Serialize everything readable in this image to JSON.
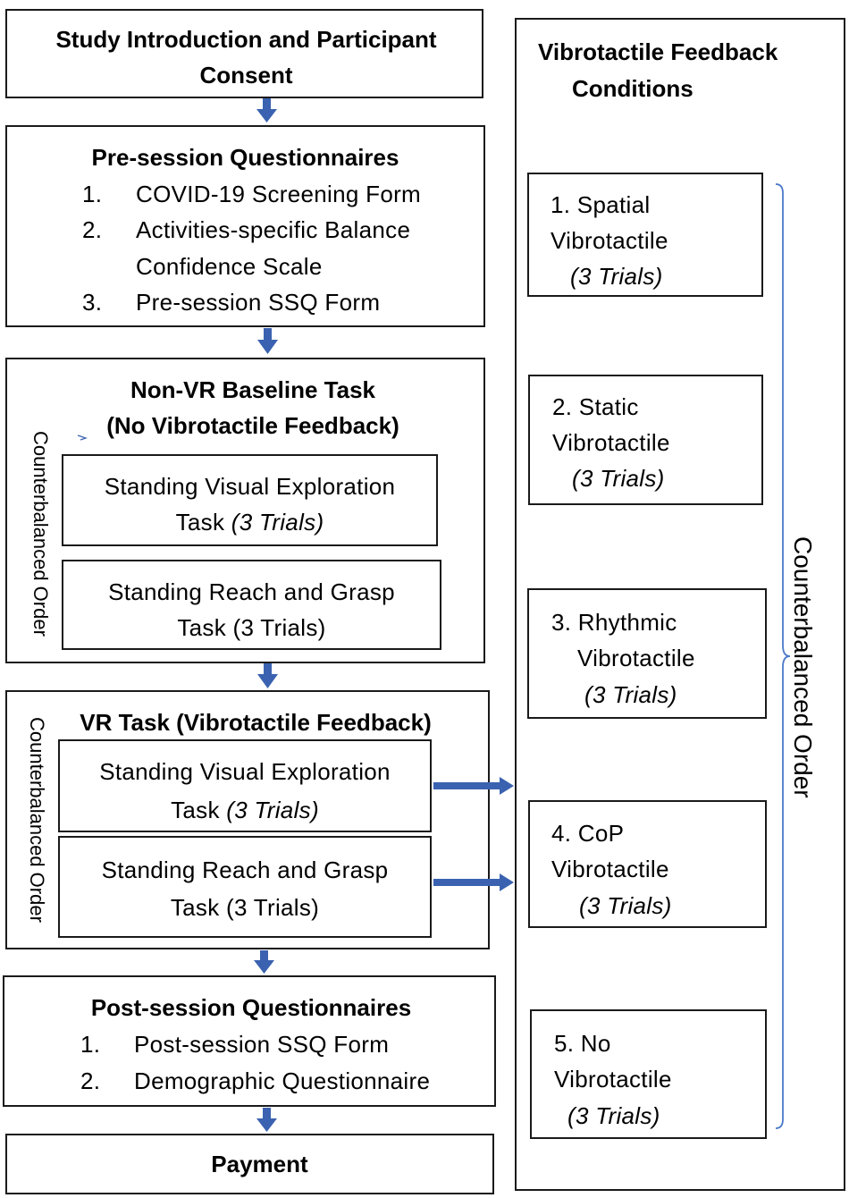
{
  "flow": {
    "intro": {
      "title": "Study Introduction and Participant Consent"
    },
    "pre": {
      "title": "Pre-session Questionnaires",
      "items": [
        {
          "num": "1.",
          "text": "COVID-19 Screening Form"
        },
        {
          "num": "2.",
          "text": "Activities-specific Balance",
          "text2": "Confidence Scale"
        },
        {
          "num": "3.",
          "text": "Pre-session SSQ Form"
        }
      ]
    },
    "nonvr": {
      "title": "Non-VR Baseline Task",
      "subtitle": "(No  Vibrotactile Feedback)",
      "order_label": "Counterbalanced Order",
      "task1": {
        "line1": "Standing Visual Exploration",
        "line2_a": "Task ",
        "line2_b": "(3 Trials)"
      },
      "task2": {
        "line1": "Standing Reach and Grasp",
        "line2": "Task (3 Trials)"
      }
    },
    "vr": {
      "title": "VR Task (Vibrotactile Feedback)",
      "order_label": "Counterbalanced Order",
      "task1": {
        "line1": "Standing Visual Exploration",
        "line2_a": "Task ",
        "line2_b": "(3 Trials)"
      },
      "task2": {
        "line1": "Standing Reach and Grasp",
        "line2": "Task (3 Trials)"
      }
    },
    "post": {
      "title": "Post-session Questionnaires",
      "items": [
        {
          "num": "1.",
          "text": "Post-session SSQ Form"
        },
        {
          "num": "2.",
          "text": "Demographic Questionnaire"
        }
      ]
    },
    "payment": {
      "title": "Payment"
    }
  },
  "conditions": {
    "title_line1": "Vibrotactile Feedback",
    "title_line2": "Conditions",
    "order_label": "Counterbalanced Order",
    "items": [
      {
        "line1": "1. Spatial",
        "line2": "Vibrotactile",
        "trials": "(3 Trials)"
      },
      {
        "line1": "2. Static",
        "line2": "Vibrotactile",
        "trials": "(3 Trials)"
      },
      {
        "line1": "3. Rhythmic",
        "line2": "Vibrotactile",
        "trials": "(3 Trials)"
      },
      {
        "line1": "4. CoP",
        "line2": "Vibrotactile",
        "trials": "(3 Trials)"
      },
      {
        "line1": "5. No",
        "line2": "Vibrotactile",
        "trials": "(3 Trials)"
      }
    ]
  },
  "colors": {
    "arrow": "#3a62b0",
    "brace": "#4a78c8",
    "border": "#1a1a1a"
  }
}
